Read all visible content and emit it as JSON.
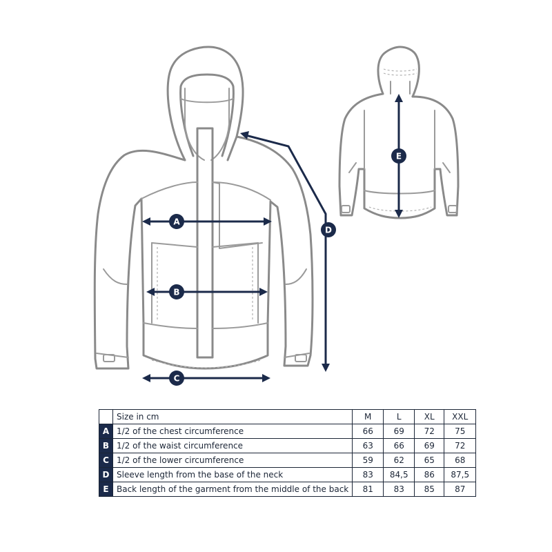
{
  "markers": {
    "A": "A",
    "B": "B",
    "C": "C",
    "D": "D",
    "E": "E"
  },
  "table": {
    "header": {
      "label": "Size in cm",
      "sizes": [
        "M",
        "L",
        "XL",
        "XXL"
      ]
    },
    "rows": [
      {
        "code": "A",
        "label": "1/2 of the chest circumference",
        "values": [
          "66",
          "69",
          "72",
          "75"
        ]
      },
      {
        "code": "B",
        "label": "1/2 of the waist circumference",
        "values": [
          "63",
          "66",
          "69",
          "72"
        ]
      },
      {
        "code": "C",
        "label": "1/2 of the lower circumference",
        "values": [
          "59",
          "62",
          "65",
          "68"
        ]
      },
      {
        "code": "D",
        "label": "Sleeve length from the base of the neck",
        "values": [
          "83",
          "84,5",
          "86",
          "87,5"
        ]
      },
      {
        "code": "E",
        "label": "Back length of the garment from the middle of the back",
        "values": [
          "81",
          "83",
          "85",
          "87"
        ]
      }
    ]
  },
  "colors": {
    "garment_outline": "#8a8a8a",
    "measure_navy": "#1b2a4a",
    "table_border": "#1b2536"
  }
}
